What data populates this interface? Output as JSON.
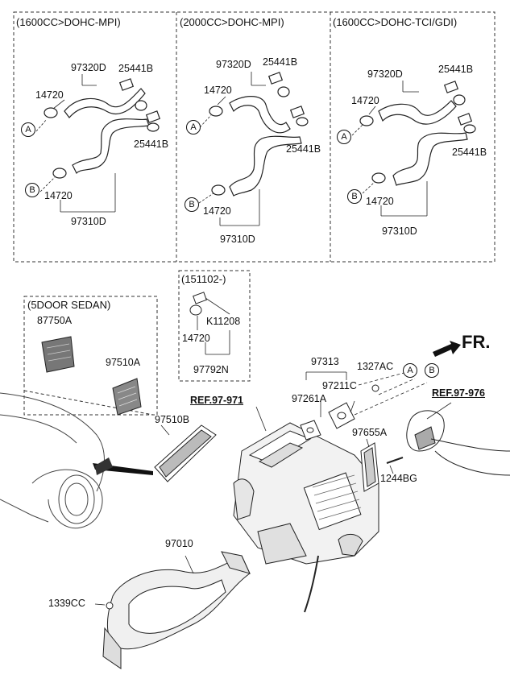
{
  "sections": {
    "s1_title": "(1600CC>DOHC-MPI)",
    "s2_title": "(2000CC>DOHC-MPI)",
    "s3_title": "(1600CC>DOHC-TCI/GDI)",
    "s4_title": "(5DOOR SEDAN)",
    "s5_title": "(151102-)"
  },
  "callouts": {
    "a": "A",
    "b": "B"
  },
  "s1": {
    "p97320D": "97320D",
    "p25441B_top": "25441B",
    "p14720_top": "14720",
    "p25441B_bot": "25441B",
    "p14720_bot": "14720",
    "p97310D": "97310D"
  },
  "s2": {
    "p97320D": "97320D",
    "p25441B_top": "25441B",
    "p14720_top": "14720",
    "p25441B_bot": "25441B",
    "p14720_bot": "14720",
    "p97310D": "97310D"
  },
  "s3": {
    "p97320D": "97320D",
    "p25441B_top": "25441B",
    "p14720_top": "14720",
    "p25441B_bot": "25441B",
    "p14720_bot": "14720",
    "p97310D": "97310D"
  },
  "s4": {
    "p87750A": "87750A",
    "p97510A": "97510A"
  },
  "s5": {
    "pK11208": "K11208",
    "p14720": "14720",
    "p97792N": "97792N"
  },
  "main": {
    "fr": "FR.",
    "p97313": "97313",
    "p1327AC": "1327AC",
    "p97211C": "97211C",
    "p97261A": "97261A",
    "ref_971": "REF.97-971",
    "ref_976": "REF.97-976",
    "p97510B": "97510B",
    "p97655A": "97655A",
    "p1244BG": "1244BG",
    "p97010": "97010",
    "p1339CC": "1339CC"
  }
}
